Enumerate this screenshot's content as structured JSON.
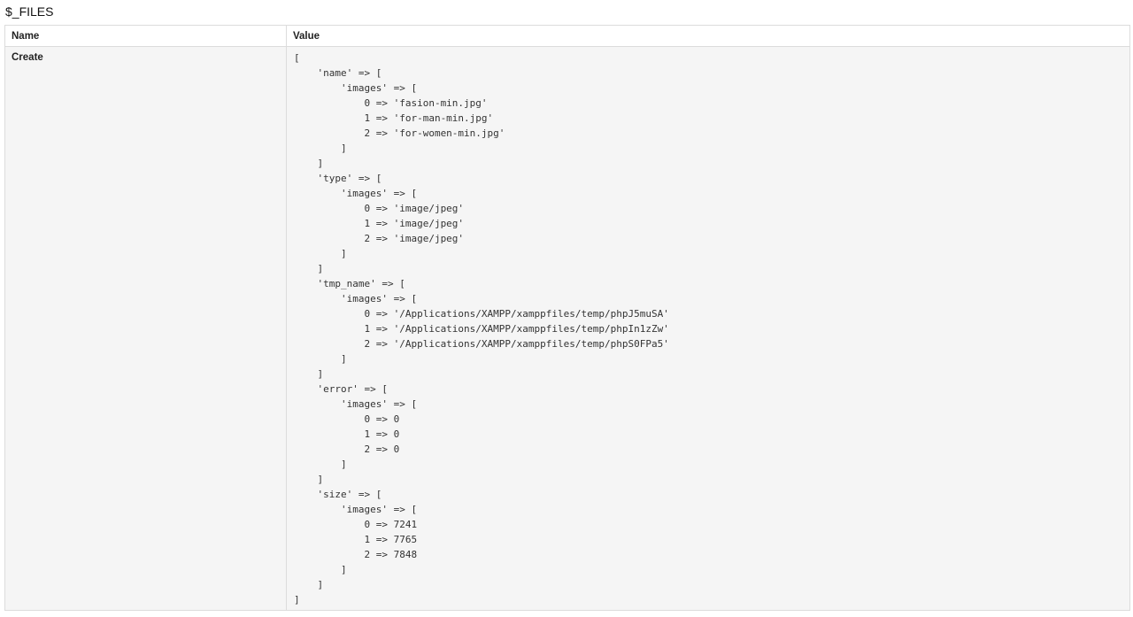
{
  "section_title": "$_FILES",
  "table": {
    "headers": {
      "name": "Name",
      "value": "Value"
    },
    "rows": [
      {
        "name": "Create",
        "value_lines": [
          "[",
          "    'name' => [",
          "        'images' => [",
          "            0 => 'fasion-min.jpg'",
          "            1 => 'for-man-min.jpg'",
          "            2 => 'for-women-min.jpg'",
          "        ]",
          "    ]",
          "    'type' => [",
          "        'images' => [",
          "            0 => 'image/jpeg'",
          "            1 => 'image/jpeg'",
          "            2 => 'image/jpeg'",
          "        ]",
          "    ]",
          "    'tmp_name' => [",
          "        'images' => [",
          "            0 => '/Applications/XAMPP/xamppfiles/temp/phpJ5muSA'",
          "            1 => '/Applications/XAMPP/xamppfiles/temp/phpIn1zZw'",
          "            2 => '/Applications/XAMPP/xamppfiles/temp/phpS0FPa5'",
          "        ]",
          "    ]",
          "    'error' => [",
          "        'images' => [",
          "            0 => 0",
          "            1 => 0",
          "            2 => 0",
          "        ]",
          "    ]",
          "    'size' => [",
          "        'images' => [",
          "            0 => 7241",
          "            1 => 7765",
          "            2 => 7848",
          "        ]",
          "    ]",
          "]"
        ]
      }
    ]
  }
}
